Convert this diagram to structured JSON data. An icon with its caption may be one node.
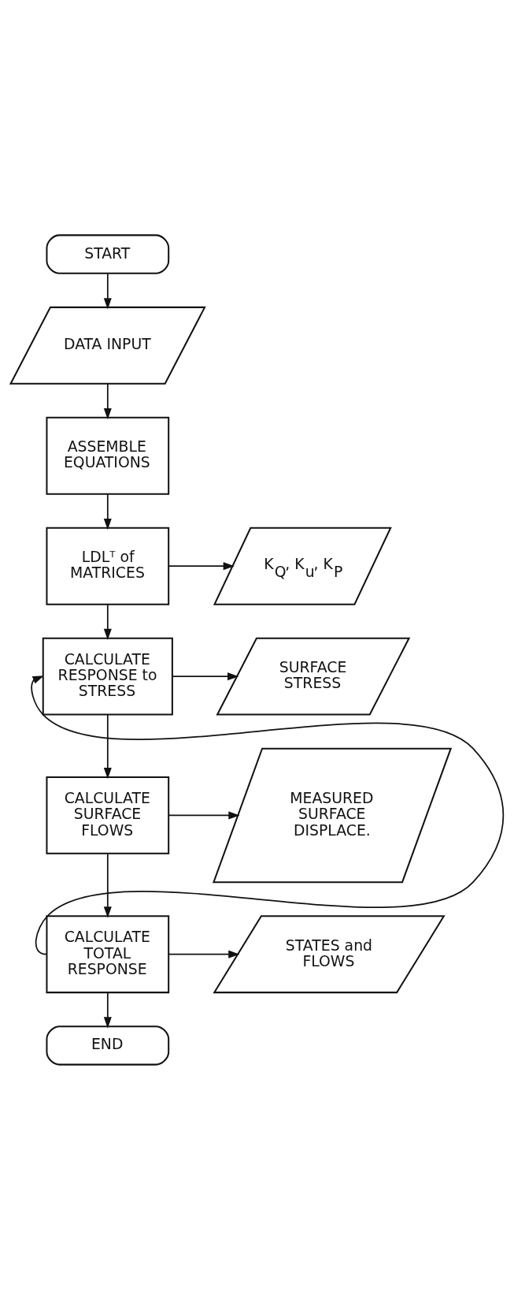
{
  "diagram": {
    "nodes": [
      {
        "text": [
          "START"
        ]
      },
      {
        "text": [
          "DATA INPUT"
        ]
      },
      {
        "text": [
          "ASSEMBLE EQUATIONS"
        ]
      },
      {
        "text": [
          "LDLᵀ of MATRICES"
        ]
      },
      {
        "text": [
          "K$_{Q}$, K$_{u}$, K$_{P}$"
        ]
      },
      {
        "text": [
          "CALCULATE RESPONSE to STRESS"
        ]
      },
      {
        "text": [
          "SURFACE STRESS"
        ]
      },
      {
        "text": [
          "CALCULATE SURFACE FLOWS"
        ]
      },
      {
        "text": [
          "MEASURED SURFACE DISPLACE."
        ]
      },
      {
        "text": [
          "CALCULATE TOTAL RESPONSE"
        ]
      },
      {
        "text": [
          "STATES and FLOWS"
        ]
      },
      {
        "text": [
          "END"
        ]
      }
    ],
    "edges": [
      {
        "from": 0,
        "to": 1,
        "arrow": "to"
      },
      {
        "from": 1,
        "to": 2,
        "arrow": "to"
      },
      {
        "from": 2,
        "to": 3,
        "arrow": "to"
      },
      {
        "from": 3,
        "to": 4,
        "arrow": "to"
      },
      {
        "from": 3,
        "to": 5,
        "arrow": "to"
      },
      {
        "from": 5,
        "to": 6,
        "arrow": "to"
      },
      {
        "from": 5,
        "to": 7,
        "arrow": "to"
      },
      {
        "from": 7,
        "to": 8,
        "arrow": "to"
      },
      {
        "from": 7,
        "to": 9,
        "arrow": "to"
      },
      {
        "from": 9,
        "to": 10,
        "arrow": "to"
      },
      {
        "from": 9,
        "to": 11,
        "arrow": "to"
      },
      {
        "from": 9,
        "to": 5,
        "arrow": "to"
      }
    ]
  }
}
